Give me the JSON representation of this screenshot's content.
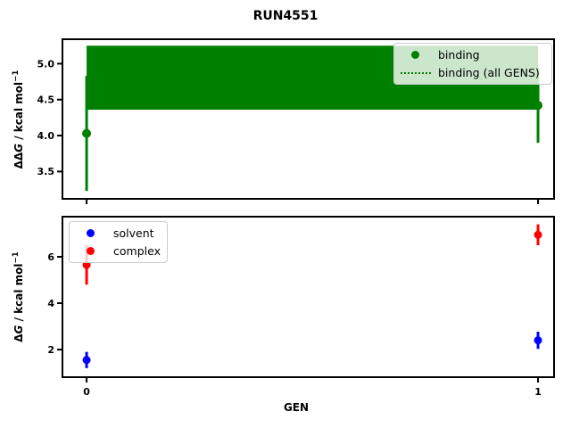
{
  "title": "RUN4551",
  "colors": {
    "binding": "#008000",
    "solvent": "#0000ff",
    "complex": "#ff0000",
    "axes": "#000000",
    "legend_border": "#cccccc"
  },
  "chart_data": [
    {
      "type": "errorbar",
      "panel": "top",
      "ylabel": "ΔΔG / kcal mol⁻¹",
      "ylabel_parts": {
        "pre": "ΔΔ",
        "var": "G",
        "post": " / kcal mol",
        "sup": "−1"
      },
      "xlim": [
        -0.0535,
        1.0355
      ],
      "ylim": [
        3.12,
        5.34
      ],
      "yticks": [
        3.5,
        4.0,
        4.5,
        5.0
      ],
      "ytick_labels": [
        "3.5",
        "4.0",
        "4.5",
        "5.0"
      ],
      "xticks": [
        0,
        1
      ],
      "xtick_labels": [
        "",
        ""
      ],
      "grid": false,
      "series": [
        {
          "name": "binding",
          "color": "#008000",
          "marker": "o",
          "markersize": 10,
          "x": [
            0,
            1
          ],
          "y": [
            4.03,
            4.42
          ],
          "yerr": [
            0.8,
            0.52
          ]
        }
      ],
      "band": {
        "name": "binding (all GENS)",
        "color": "#008000",
        "style": "dotted",
        "x": [
          0,
          1
        ],
        "mean": 4.8,
        "lo": 4.36,
        "hi": 5.25
      },
      "legend": {
        "position": "upper right",
        "entries": [
          {
            "label": "binding",
            "swatch": "dot",
            "color": "#008000"
          },
          {
            "label": "binding (all GENS)",
            "swatch": "dotted-line",
            "color": "#008000"
          }
        ]
      }
    },
    {
      "type": "errorbar",
      "panel": "bottom",
      "xlabel": "GEN",
      "ylabel": "ΔG / kcal mol⁻¹",
      "ylabel_parts": {
        "pre": "Δ",
        "var": "G",
        "post": " / kcal mol",
        "sup": "−1"
      },
      "xlim": [
        -0.0535,
        1.0355
      ],
      "ylim": [
        0.81,
        7.73
      ],
      "yticks": [
        2,
        4,
        6
      ],
      "ytick_labels": [
        "2",
        "4",
        "6"
      ],
      "xticks": [
        0,
        1
      ],
      "xtick_labels": [
        "0",
        "1"
      ],
      "grid": false,
      "series": [
        {
          "name": "solvent",
          "color": "#0000ff",
          "marker": "o",
          "markersize": 9,
          "x": [
            0,
            1
          ],
          "y": [
            1.55,
            2.4
          ],
          "yerr": [
            0.35,
            0.37
          ]
        },
        {
          "name": "complex",
          "color": "#ff0000",
          "marker": "o",
          "markersize": 9,
          "x": [
            0,
            1
          ],
          "y": [
            5.65,
            6.95
          ],
          "yerr": [
            0.85,
            0.45
          ]
        }
      ],
      "legend": {
        "position": "upper left",
        "entries": [
          {
            "label": "solvent",
            "swatch": "dot",
            "color": "#0000ff"
          },
          {
            "label": "complex",
            "swatch": "dot",
            "color": "#ff0000"
          }
        ]
      }
    }
  ]
}
